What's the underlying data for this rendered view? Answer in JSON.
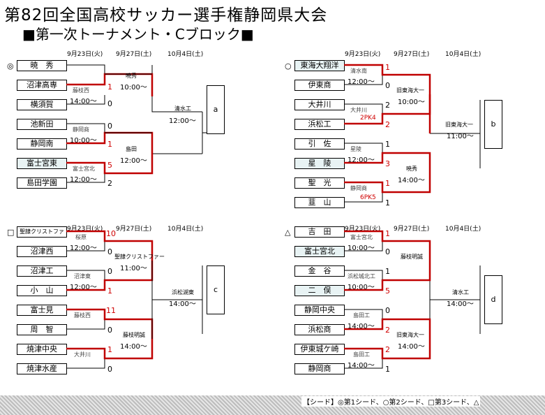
{
  "title": "第82回全国高校サッカー選手権静岡県大会",
  "subtitle": "■第一次トーナメント・Cブロック■",
  "dates": {
    "r1": "9月23日(火)",
    "r2": "9月27日(土)",
    "r3": "10月4日(土)"
  },
  "legend": "【シード】◎第1シード、○第2シード、□第3シード、△",
  "blocks": [
    {
      "seed": "◎",
      "teams": [
        "暁　秀",
        "沼津高専",
        "横須賀",
        "池新田",
        "静岡南",
        "富士宮東",
        "島田学園"
      ],
      "r1": [
        {
          "venue": "藤枝西",
          "time": "14:00～",
          "s1": "1",
          "s2": "0"
        },
        {
          "venue": "静岡商",
          "time": "10:00～",
          "s1": "0",
          "s2": "1"
        },
        {
          "venue": "富士宮北",
          "time": "12:00～",
          "s1": "5",
          "s2": "2"
        }
      ],
      "r2": [
        {
          "venue": "暁秀",
          "time": "10:00～"
        },
        {
          "venue": "島田",
          "time": "12:00～"
        }
      ],
      "r3": {
        "venue": "清水工",
        "time": "12:00～"
      },
      "final_label": "a"
    },
    {
      "seed": "○",
      "teams": [
        "東海大翔洋",
        "伊東商",
        "大井川",
        "浜松工",
        "引　佐",
        "星　陵",
        "聖　光",
        "韮　山"
      ],
      "r1": [
        {
          "venue": "清水南",
          "time": "12:00～",
          "s1": "1",
          "s2": "0"
        },
        {
          "venue": "大井川",
          "time": "",
          "s1": "2",
          "s2": "2",
          "pk": "2PK4"
        },
        {
          "venue": "星陵",
          "time": "12:00～",
          "s1": "1",
          "s2": "3"
        },
        {
          "venue": "静岡商",
          "time": "",
          "s1": "1",
          "s2": "1",
          "pk": "6PK5"
        }
      ],
      "r2": [
        {
          "venue": "旧東海大一",
          "time": "10:00～"
        },
        {
          "venue": "暁秀",
          "time": "14:00～"
        }
      ],
      "r3": {
        "venue": "旧東海大一",
        "time": "11:00～"
      },
      "final_label": "b"
    },
    {
      "seed": "□",
      "teams": [
        "聖隷クリストファ",
        "沼津西",
        "沼津工",
        "小　山",
        "富士見",
        "周　智",
        "焼津中央",
        "焼津水産"
      ],
      "r1": [
        {
          "venue": "桜原",
          "time": "12:00～",
          "s1": "10",
          "s2": "0"
        },
        {
          "venue": "沼津東",
          "time": "12:00～",
          "s1": "0",
          "s2": "1"
        },
        {
          "venue": "藤枝西",
          "time": "",
          "s1": "11",
          "s2": "0"
        },
        {
          "venue": "大井川",
          "time": "",
          "s1": "1",
          "s2": "0"
        }
      ],
      "r2": [
        {
          "venue": "聖隷クリストファー",
          "time": "11:00～"
        },
        {
          "venue": "藤枝明誠",
          "time": "14:00～"
        }
      ],
      "r3": {
        "venue": "浜松湖東",
        "time": "14:00～"
      },
      "final_label": "c"
    },
    {
      "seed": "△",
      "teams": [
        "吉　田",
        "富士宮北",
        "金　谷",
        "二　俣",
        "静岡中央",
        "浜松商",
        "伊東城ケ崎",
        "静岡商"
      ],
      "r1": [
        {
          "venue": "富士宮北",
          "time": "10:00～",
          "s1": "1",
          "s2": "0"
        },
        {
          "venue": "浜松城北工",
          "time": "10:00～",
          "s1": "1",
          "s2": "5"
        },
        {
          "venue": "島田工",
          "time": "14:00～",
          "s1": "0",
          "s2": "2"
        },
        {
          "venue": "島田工",
          "time": "14:00～",
          "s1": "2",
          "s2": "1"
        }
      ],
      "r2": [
        {
          "venue": "藤枝明誠",
          "time": ""
        },
        {
          "venue": "旧東海大一",
          "time": "14:00～"
        }
      ],
      "r3": {
        "venue": "清水工",
        "time": "14:00～"
      },
      "final_label": "d"
    }
  ],
  "colors": {
    "winner_line": "#c00000",
    "line": "#000000",
    "highlight": "#e8f3f4"
  }
}
